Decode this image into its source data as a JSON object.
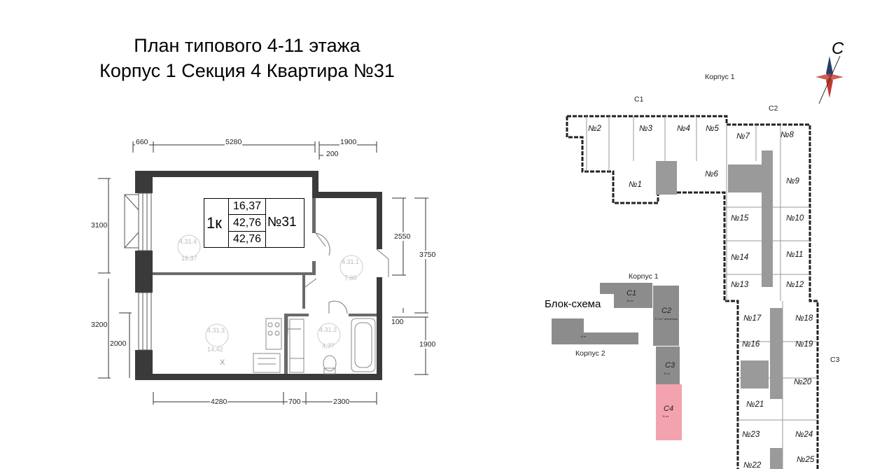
{
  "title": {
    "line1": "План типового 4-11 этажа",
    "line2": "Корпус 1 Секция 4 Квартира №31"
  },
  "plan": {
    "dims_top": [
      "660",
      "5280",
      "1900",
      "200"
    ],
    "dims_left": [
      "3100",
      "3200",
      "2000"
    ],
    "dims_right": [
      "2550",
      "3750",
      "100",
      "1900"
    ],
    "dims_bottom": [
      "4280",
      "700",
      "2300"
    ],
    "apartment_box": {
      "rooms": "1к",
      "living_area": "16,37",
      "total_area": "42,76",
      "total_area_2": "42,76",
      "number": "№31"
    },
    "rooms": [
      {
        "code": "4.31.4",
        "area": "16,37"
      },
      {
        "code": "4.31.1",
        "area": "7,60"
      },
      {
        "code": "4.31.3",
        "area": "14,42"
      },
      {
        "code": "4.31.2",
        "area": "4,37"
      }
    ],
    "kitchen_mark": "X"
  },
  "site": {
    "korpus1_label": "Корпус 1",
    "compass_letter": "С",
    "section_labels": [
      "С1",
      "С2",
      "С3"
    ],
    "apartments": [
      "№1",
      "№2",
      "№3",
      "№4",
      "№5",
      "№6",
      "№7",
      "№8",
      "№9",
      "№10",
      "№11",
      "№12",
      "№13",
      "№14",
      "№15",
      "№16",
      "№17",
      "№18",
      "№19",
      "№20",
      "№21",
      "№23",
      "№24",
      "№25",
      "№22"
    ]
  },
  "block_scheme": {
    "title": "Блок-схема",
    "korpus1": "Корпус 1",
    "korpus2": "Корпус 2",
    "sections": [
      {
        "name": "С1",
        "floors": "10 эт."
      },
      {
        "name": "С2",
        "floors": "17 эт.+ антресоль"
      },
      {
        "name": "С3",
        "floors": "11 эт."
      },
      {
        "name": "С4",
        "floors": "11 эт."
      }
    ],
    "korpus2_floors": "8 эт.",
    "highlight_color": "#f2a3ad",
    "block_color": "#8c8c8c"
  }
}
